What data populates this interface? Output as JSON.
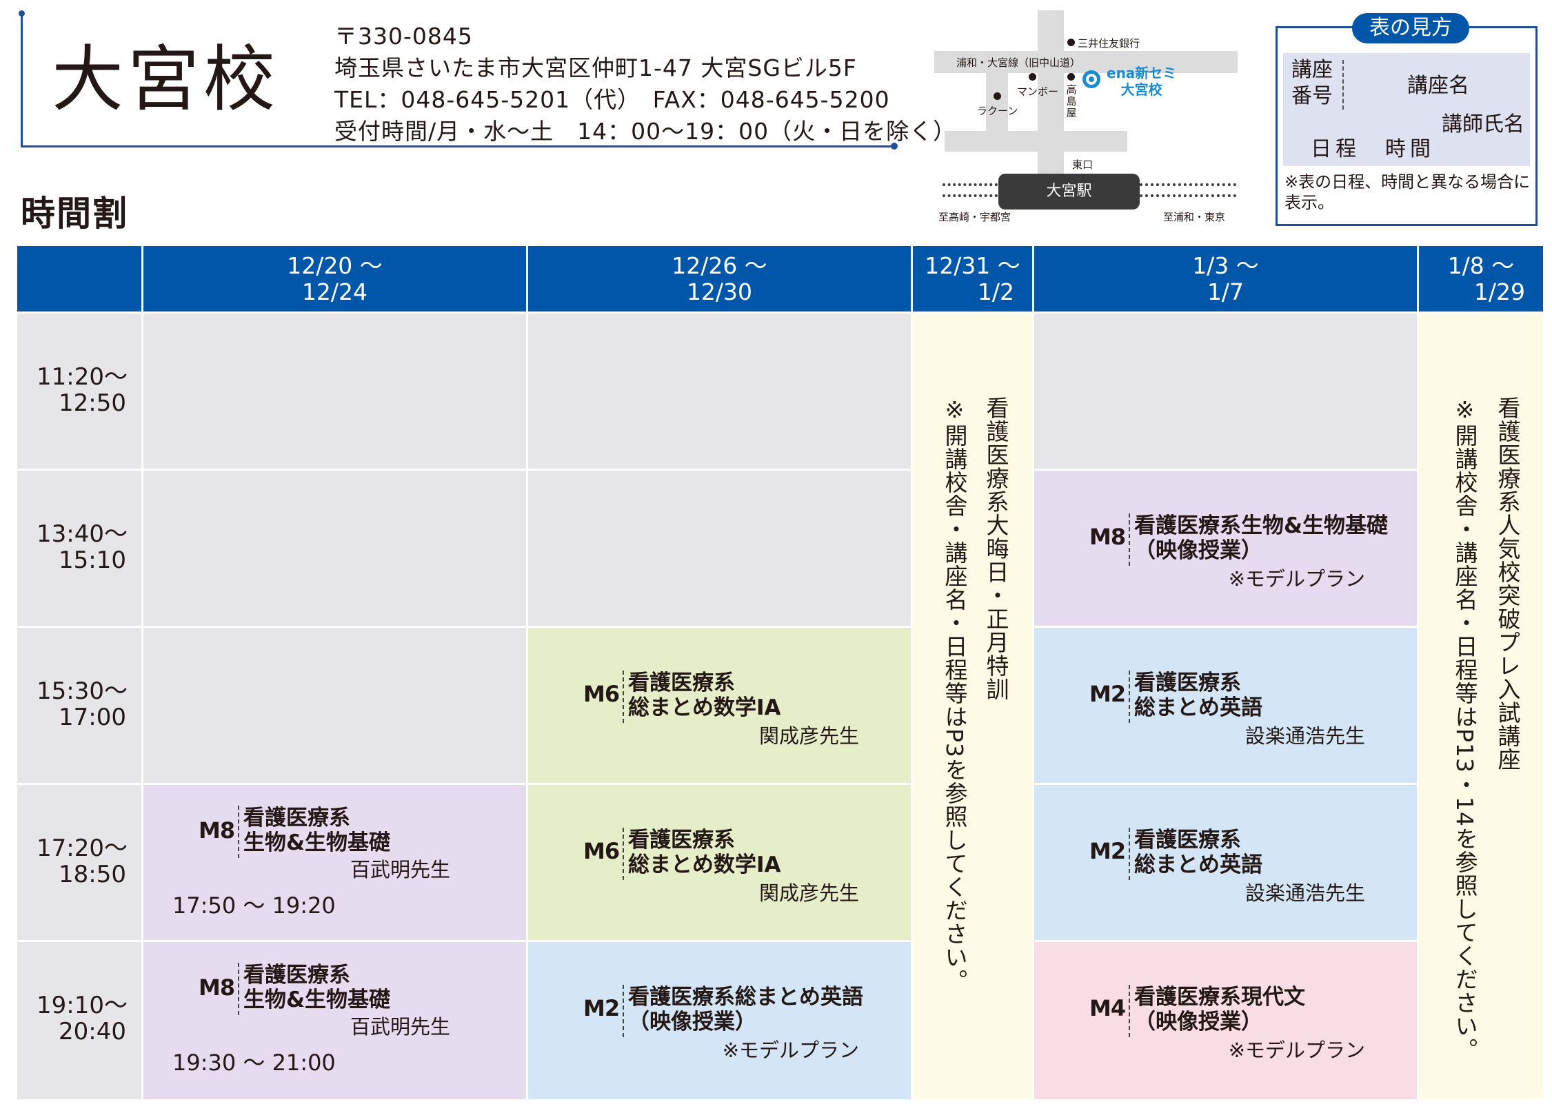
{
  "header": {
    "school_name": "大宮校",
    "postal": "〒330-0845",
    "address": "埼玉県さいたま市大宮区仲町1-47 大宮SGビル5F",
    "tel_fax": "TEL：048-645-5201（代）　FAX：048-645-5200",
    "hours": "受付時間/月・水～土　14：00～19：00（火・日を除く）"
  },
  "map": {
    "bank": "三井住友銀行",
    "street": "浦和・大宮線（旧中山道）",
    "manbo": "マンボー",
    "raccoon": "ラクーン",
    "takashimaya": "高島屋",
    "school_line1": "ena新セミ",
    "school_line2": "大宮校",
    "east_exit": "東口",
    "station": "大宮駅",
    "to_left": "至高崎・宇都宮",
    "to_right": "至浦和・東京"
  },
  "legend": {
    "title": "表の見方",
    "code_label": "講座番号",
    "course_label": "講座名",
    "teacher_label": "講師氏名",
    "schedule_label": "日程　時間",
    "note": "※表の日程、時間と異なる場合に表示。"
  },
  "timetable_title": "時間割",
  "columns": [
    {
      "line1": "12/20 ～",
      "line2": "12/24"
    },
    {
      "line1": "12/26 ～",
      "line2": "12/30"
    },
    {
      "line1": "12/31 ～",
      "line2": "1/2"
    },
    {
      "line1": "1/3 ～",
      "line2": "1/7"
    },
    {
      "line1": "1/8 ～",
      "line2": "1/29"
    }
  ],
  "times": [
    {
      "start": "11:20～",
      "end": "12:50"
    },
    {
      "start": "13:40～",
      "end": "15:10"
    },
    {
      "start": "15:30～",
      "end": "17:00"
    },
    {
      "start": "17:20～",
      "end": "18:50"
    },
    {
      "start": "19:10～",
      "end": "20:40"
    }
  ],
  "cells": {
    "c1r4": {
      "code": "M8",
      "line1": "看護医療系",
      "line2": "生物&生物基礎",
      "teacher": "百武明先生",
      "schedule": "17:50 ～ 19:20"
    },
    "c1r5": {
      "code": "M8",
      "line1": "看護医療系",
      "line2": "生物&生物基礎",
      "teacher": "百武明先生",
      "schedule": "19:30 ～ 21:00"
    },
    "c2r3": {
      "code": "M6",
      "line1": "看護医療系",
      "line2": "総まとめ数学ⅠA",
      "teacher": "関成彦先生"
    },
    "c2r4": {
      "code": "M6",
      "line1": "看護医療系",
      "line2": "総まとめ数学ⅠA",
      "teacher": "関成彦先生"
    },
    "c2r5": {
      "code": "M2",
      "line1": "看護医療系総まとめ英語",
      "line2": "（映像授業）",
      "teacher": "※モデルプラン"
    },
    "c4r2": {
      "code": "M8",
      "line1": "看護医療系生物&生物基礎",
      "line2": "（映像授業）",
      "teacher": "※モデルプラン"
    },
    "c4r3": {
      "code": "M2",
      "line1": "看護医療系",
      "line2": "総まとめ英語",
      "teacher": "設楽通浩先生"
    },
    "c4r4": {
      "code": "M2",
      "line1": "看護医療系",
      "line2": "総まとめ英語",
      "teacher": "設楽通浩先生"
    },
    "c4r5": {
      "code": "M4",
      "line1": "看護医療系現代文",
      "line2": "（映像授業）",
      "teacher": "※モデルプラン"
    }
  },
  "special": {
    "col3_title": "看護医療系大晦日・正月特訓",
    "col3_note": "※開講校舎・講座名・日程等はP3を参照してください。",
    "col5_title": "看護医療系人気校突破プレ入試講座",
    "col5_note": "※開講校舎・講座名・日程等はP13・14を参照してください。"
  },
  "colors": {
    "header_blue": "#0057aa",
    "empty_gray": "#e6e6e8",
    "biology_purple": "#e5dcef",
    "math_green": "#e6eec9",
    "english_blue": "#d4e6f6",
    "japanese_pink": "#f9dde4",
    "special_yellow": "#fdfbe5"
  }
}
